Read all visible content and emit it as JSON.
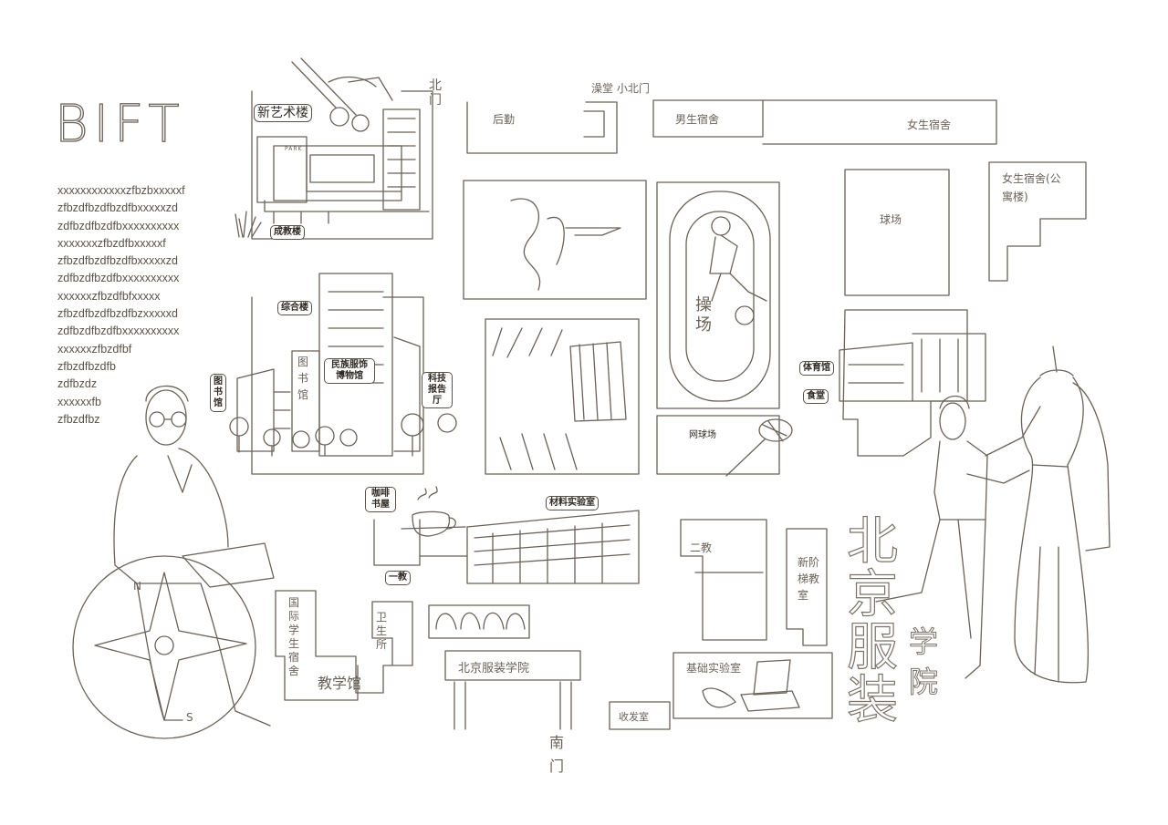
{
  "title": "BIFT",
  "filler_lines": [
    "xxxxxxxxxxxxzfbzbxxxxxf",
    "zfbzdfbzdfbzdfbxxxxxzd",
    "zdfbzdfbzdfbxxxxxxxxxx",
    "xxxxxxxzfbzdfbxxxxxf",
    "zfbzdfbzdfbzdfbxxxxxzd",
    "zdfbzdfbzdfbxxxxxxxxxx",
    "xxxxxxzfbzdfbfxxxxx",
    "zfbzdfbzdfbzdfbzxxxxxd",
    "zdfbzdfbzdfbxxxxxxxxxx",
    "xxxxxxzfbzdfbf",
    "zfbzdfbzdfb",
    "zdfbzdz",
    "xxxxxxfb",
    "zfbzdfbz"
  ],
  "labels": {
    "north_gate": "北门",
    "north_small_gate": "澡堂 小北门",
    "logistics": "后勤",
    "male_dorm": "男生宿舍",
    "female_dorm": "女生宿舍",
    "female_dorm_apt": "女生宿舍(公寓楼)",
    "new_art_building": "新艺术楼",
    "park": "PARK",
    "chengjiao_building": "成教楼",
    "complex_building": "综合楼",
    "library_badge": "图书馆",
    "library_facade": "图书馆",
    "museum": "民族服饰博物馆",
    "science_hall": "科技报告厅",
    "playground": "操场",
    "ball_field": "球场",
    "gym": "体育馆",
    "canteen": "食堂",
    "tennis": "网球场",
    "cafe": "咖啡书屋",
    "materials_lab": "材料实验室",
    "teaching_one": "一教",
    "teaching_two": "二教",
    "new_teaching": "新阶梯教室",
    "intl_dorm": "国际学生宿舍",
    "clinic": "卫生所",
    "teaching_hall": "教学馆",
    "school_sign": "北京服装学院",
    "basic_lab": "基础实验室",
    "mailroom": "收发室",
    "south_gate": "南门",
    "compass_n": "N",
    "compass_s": "S"
  },
  "calligraphy": {
    "column1": [
      "北",
      "京",
      "服",
      "装"
    ],
    "column2": [
      "学",
      "院"
    ]
  },
  "colors": {
    "ink": "#5a5248",
    "paper": "#ffffff",
    "badge_text": "#2f2a24"
  }
}
